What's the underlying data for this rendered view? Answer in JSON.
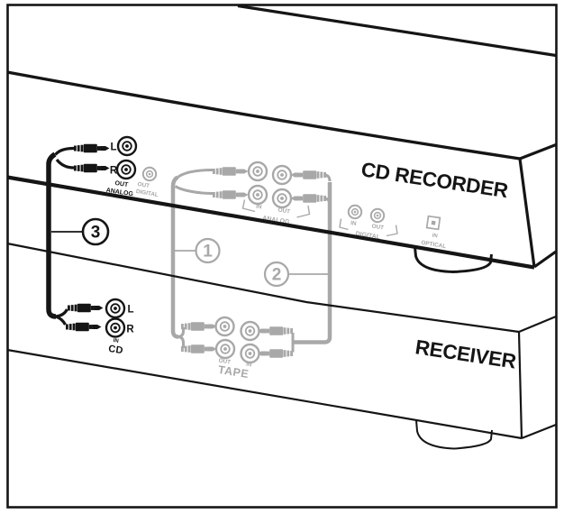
{
  "figure": {
    "colors": {
      "ink": "#151515",
      "muted": "#a8a8a8"
    }
  },
  "cd_recorder": {
    "title": "CD RECORDER",
    "out_analog": {
      "l": "L",
      "r": "R",
      "line1": "OUT",
      "line2": "ANALOG"
    },
    "out_digital": {
      "line1": "OUT",
      "line2": "DIGITAL"
    },
    "analog_io": {
      "in": "IN",
      "out": "OUT",
      "group": "ANALOG"
    },
    "digital_io": {
      "in": "IN",
      "out": "OUT",
      "group": "DIGITAL"
    },
    "optical": {
      "line1": "IN",
      "line2": "OPTICAL"
    }
  },
  "receiver": {
    "title": "RECEIVER",
    "cd_input": {
      "l": "L",
      "r": "R",
      "line1": "IN",
      "line2": "CD"
    },
    "tape": {
      "out": "OUT",
      "in": "IN",
      "group": "TAPE"
    }
  },
  "cables": {
    "analog_record": {
      "number": "1"
    },
    "analog_play": {
      "number": "2"
    },
    "receiver_link": {
      "number": "3"
    }
  }
}
